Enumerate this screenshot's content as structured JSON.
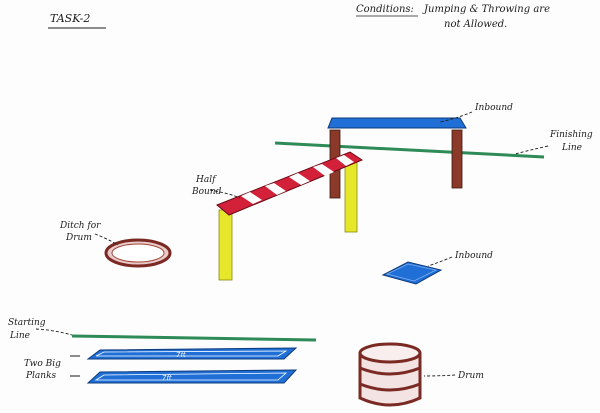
{
  "title": "TASK-2",
  "conditions": {
    "label": "Conditions:",
    "line1": "Jumping & Throwing are",
    "line2": "not Allowed."
  },
  "labels": {
    "inbound_top": "Inbound",
    "finishing_line_1": "Finishing",
    "finishing_line_2": "Line",
    "half_bound_1": "Half",
    "half_bound_2": "Bound",
    "ditch_1": "Ditch for",
    "ditch_2": "Drum",
    "inbound_box": "Inbound",
    "starting_line_1": "Starting",
    "starting_line_2": "Line",
    "planks_1": "Two Big",
    "planks_2": "Planks",
    "plank_length_1": "7ft",
    "plank_length_2": "7ft",
    "drum": "Drum"
  },
  "colors": {
    "blue": "#1f6fd6",
    "green": "#2e8b57",
    "brown": "#8b3a2a",
    "red": "#d4213a",
    "yellow": "#e6e62a",
    "ink": "#1c1c1c"
  }
}
